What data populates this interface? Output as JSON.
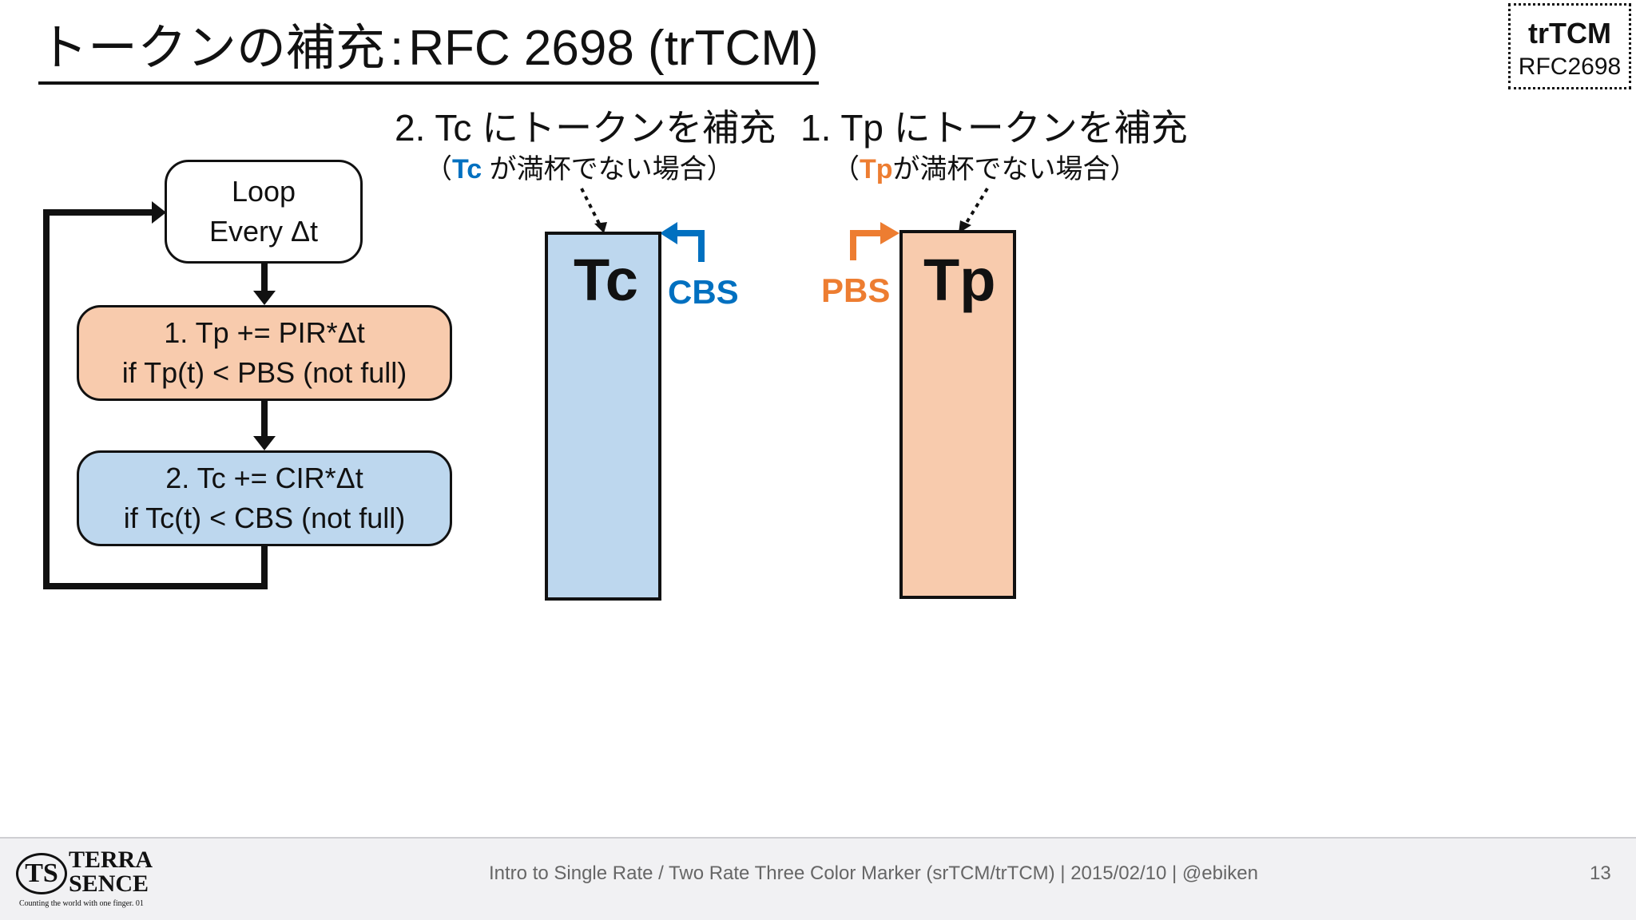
{
  "title": {
    "jp": "トークンの補充",
    "sep": ":",
    "rest": "RFC 2698 (trTCM)"
  },
  "tag": {
    "line1": "trTCM",
    "line2": "RFC2698"
  },
  "tc_heading": "2. Tc にトークンを補充",
  "tc_sub": {
    "open": "（",
    "key": "Tc",
    "rest": " が満杯でない場合）"
  },
  "tp_heading": "1. Tp にトークンを補充",
  "tp_sub": {
    "open": "（",
    "key": "Tp",
    "rest": "が満杯でない場合）"
  },
  "flow": {
    "loop": {
      "line1": "Loop",
      "line2": "Every Δt"
    },
    "step1": {
      "line1": "1. Tp += PIR*Δt",
      "line2": "if Tp(t) < PBS (not full)"
    },
    "step2": {
      "line1": "2. Tc += CIR*Δt",
      "line2": "if Tc(t) < CBS (not full)"
    }
  },
  "buckets": {
    "tc": {
      "label": "Tc",
      "burst": "CBS"
    },
    "tp": {
      "label": "Tp",
      "burst": "PBS"
    }
  },
  "colors": {
    "tc_fill": "#bdd7ee",
    "tp_fill": "#f8cbad",
    "blue_accent": "#0070c0",
    "orange_accent": "#ed7d31"
  },
  "footer": {
    "text": "Intro to Single Rate / Two Rate Three Color Marker (srTCM/trTCM) | 2015/02/10 | @ebiken",
    "page": "13",
    "logo": {
      "ts": "TS",
      "terra": "TERRA",
      "sence": "SENCE",
      "tagline": "Counting the world with one finger. 01"
    }
  }
}
